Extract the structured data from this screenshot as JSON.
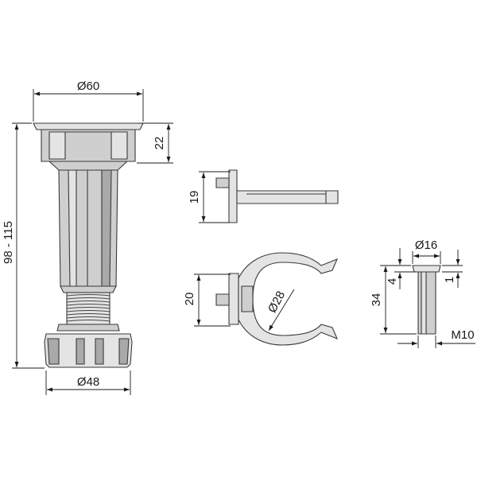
{
  "dimensions": {
    "leg_top_diameter": "Ø60",
    "leg_cap_height": "22",
    "leg_total_height": "98 - 115",
    "leg_foot_diameter": "Ø48",
    "plate_thickness": "19",
    "clip_height": "20",
    "clip_diameter": "Ø28",
    "screw_head_diameter": "Ø16",
    "screw_head_height": "1",
    "screw_neck_length": "4",
    "screw_length": "34",
    "screw_thread": "M10"
  }
}
